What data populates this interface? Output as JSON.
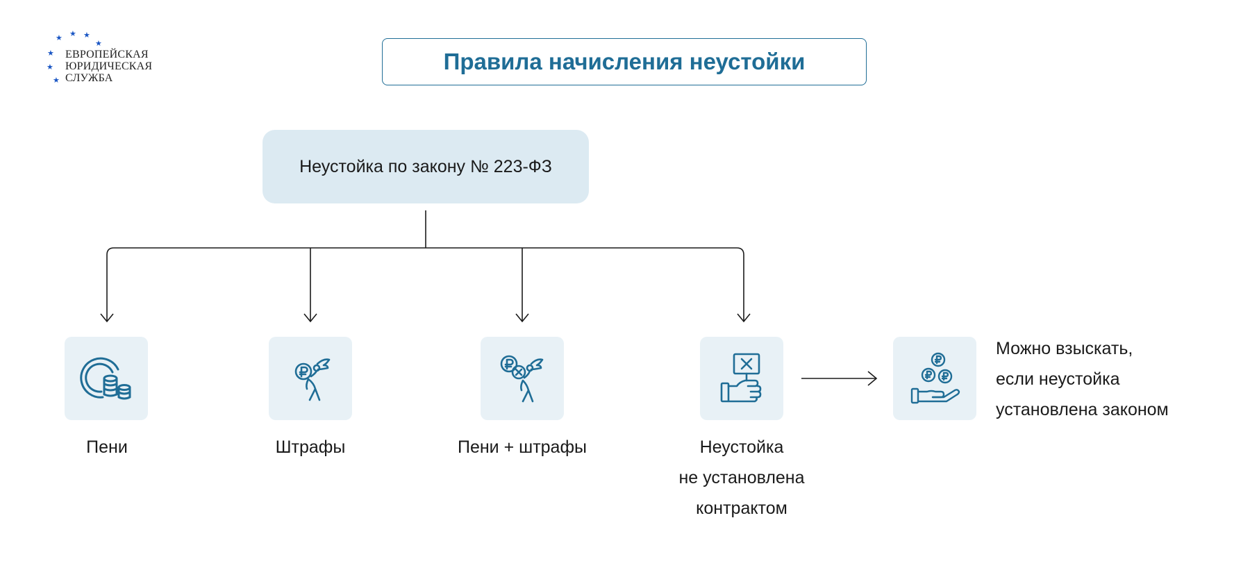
{
  "logo": {
    "lines": [
      "ЕВРОПЕЙСКАЯ",
      "ЮРИДИЧЕСКАЯ",
      "СЛУЖБА"
    ],
    "star_color": "#1a56c4"
  },
  "title": "Правила начисления неустойки",
  "root": {
    "label": "Неустойка по закону № 223-ФЗ"
  },
  "branches": [
    {
      "icon": "coins-stack-icon",
      "label_lines": [
        "Пени"
      ]
    },
    {
      "icon": "person-carrying-ruble-coin-icon",
      "label_lines": [
        "Штрафы"
      ]
    },
    {
      "icon": "person-carrying-coins-icon",
      "label_lines": [
        "Пени + штрафы"
      ]
    },
    {
      "icon": "hand-holding-sign-x-icon",
      "label_lines": [
        "Неустойка",
        "не установлена",
        "контрактом"
      ]
    }
  ],
  "result": {
    "icon": "hand-receiving-ruble-coins-icon",
    "text_lines": [
      "Можно взыскать,",
      "если неустойка",
      "установлена законом"
    ]
  },
  "colors": {
    "accent": "#1f6d96",
    "root_fill": "#dceaf2",
    "icon_fill": "#e8f1f6",
    "line": "#1a1a1a"
  }
}
